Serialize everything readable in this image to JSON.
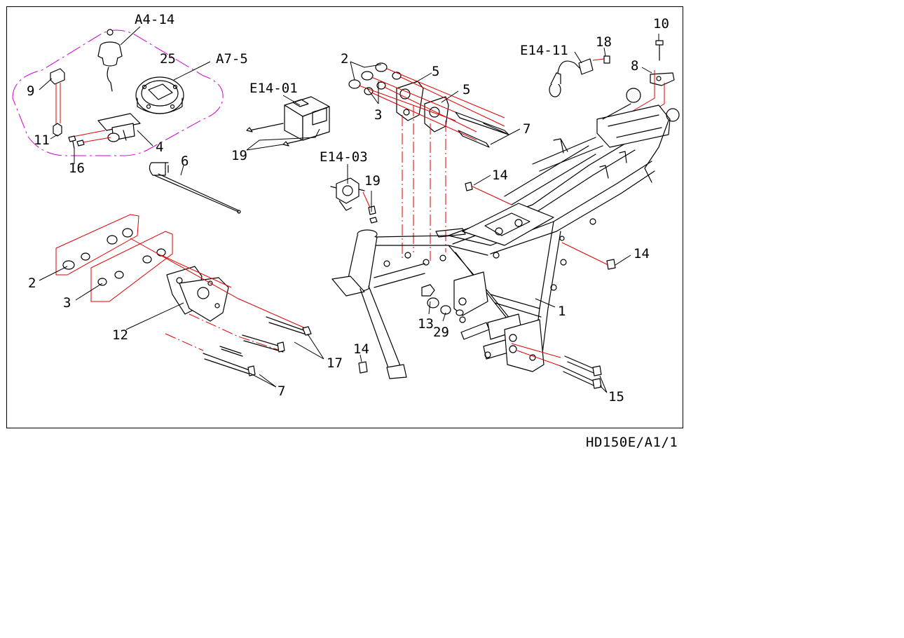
{
  "drawing_code": "HD150E/A1/1",
  "callouts": {
    "c_A4_14": "A4-14",
    "c_25": "25",
    "c_A7_5": "A7-5",
    "c_9": "9",
    "c_11": "11",
    "c_4": "4",
    "c_16": "16",
    "c_6": "6",
    "c_E14_01": "E14-01",
    "c_19a": "19",
    "c_E14_03": "E14-03",
    "c_19b": "19",
    "c_2a": "2",
    "c_3a": "3",
    "c_5a": "5",
    "c_5b": "5",
    "c_7a": "7",
    "c_E14_11": "E14-11",
    "c_18": "18",
    "c_10": "10",
    "c_8": "8",
    "c_14a": "14",
    "c_14b": "14",
    "c_14c": "14",
    "c_1": "1",
    "c_2b": "2",
    "c_3b": "3",
    "c_12": "12",
    "c_17": "17",
    "c_7b": "7",
    "c_13": "13",
    "c_29": "29",
    "c_15": "15"
  },
  "colors": {
    "ink": "#000000",
    "guide_red": "#e00000",
    "group_magenta": "#d000d0"
  }
}
